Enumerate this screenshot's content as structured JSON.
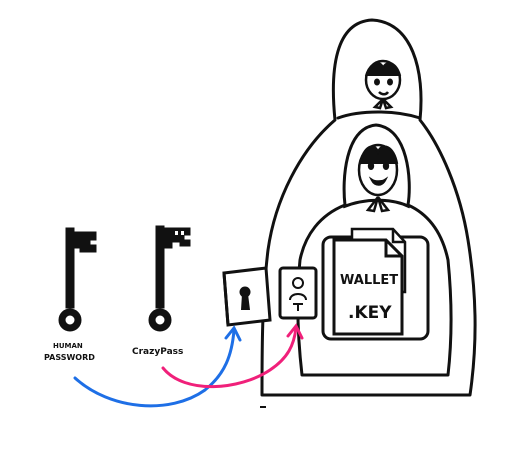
{
  "labels": {
    "human_password_line1": "HUMAN",
    "human_password_line2": "PASSWORD",
    "crazypass": "CrazyPass",
    "wallet_line1": "WALLET",
    "wallet_line2": ".KEY"
  },
  "colors": {
    "ink": "#111111",
    "arrow_blue": "#1e6fe6",
    "arrow_pink": "#f0207a",
    "paper": "#ffffff"
  },
  "icons": [
    "key-icon",
    "key-icon",
    "keyhole-icon",
    "fingerprint-lock-icon",
    "document-icon",
    "matryoshka-doll"
  ]
}
